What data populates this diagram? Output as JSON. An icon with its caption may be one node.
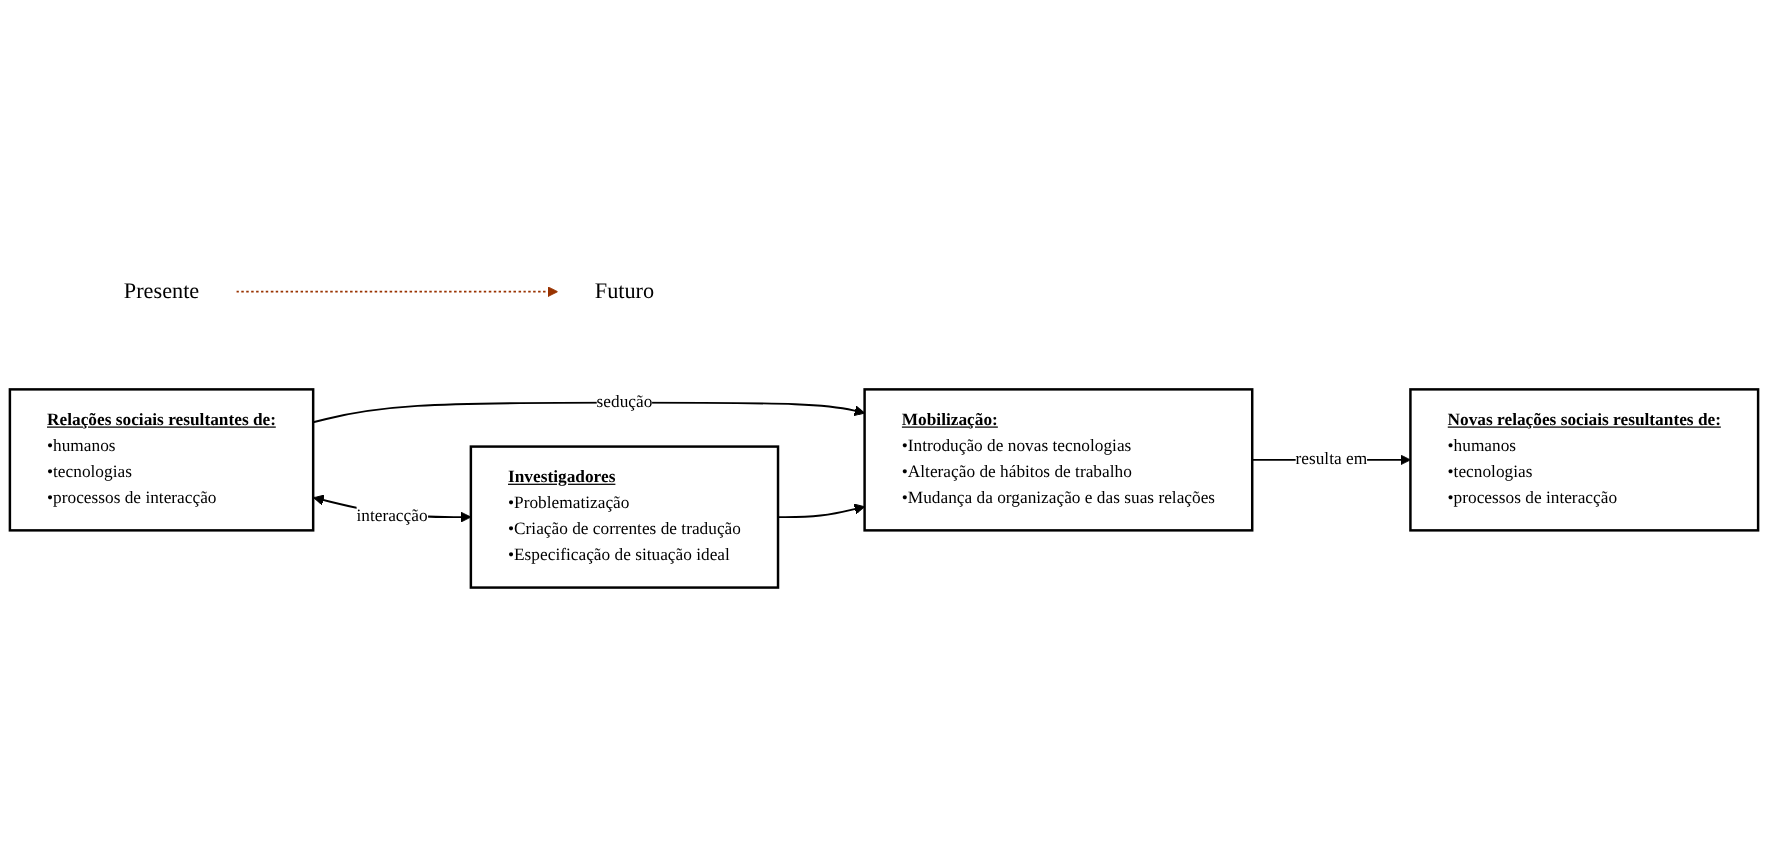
{
  "diagram": {
    "nodes": [
      {
        "text": [
          "Presente"
        ]
      },
      {
        "text": [
          "Futuro"
        ]
      },
      {
        "text": [
          "Relações sociais resultantes de:",
          "•humanos",
          "•tecnologias",
          "•processos de interacção"
        ]
      },
      {
        "text": [
          "Novas relações sociais resultantes de:",
          "•humanos",
          "•tecnologias",
          "•processos de interacção"
        ]
      },
      {
        "text": [
          "Investigadores",
          "•Problematização",
          "•Criação de correntes de tradução",
          "•Especificação de situação ideal"
        ]
      },
      {
        "text": [
          "Mobilização:",
          "•Introdução de novas tecnologias",
          "•Alteração de hábitos de trabalho",
          "•Mudança da organização e das suas relações"
        ]
      }
    ],
    "edges": [
      {
        "from": 0,
        "to": 1,
        "arrow": "to",
        "style": "dashed",
        "color": "#993300"
      },
      {
        "from": 2,
        "to": 4,
        "arrow": "both",
        "label": "interacção"
      },
      {
        "from": 2,
        "to": 5,
        "arrow": "to",
        "label": "sedução"
      },
      {
        "from": 4,
        "to": 5,
        "arrow": "to"
      },
      {
        "from": 5,
        "to": 3,
        "arrow": "to",
        "label": "resulta em"
      }
    ]
  }
}
